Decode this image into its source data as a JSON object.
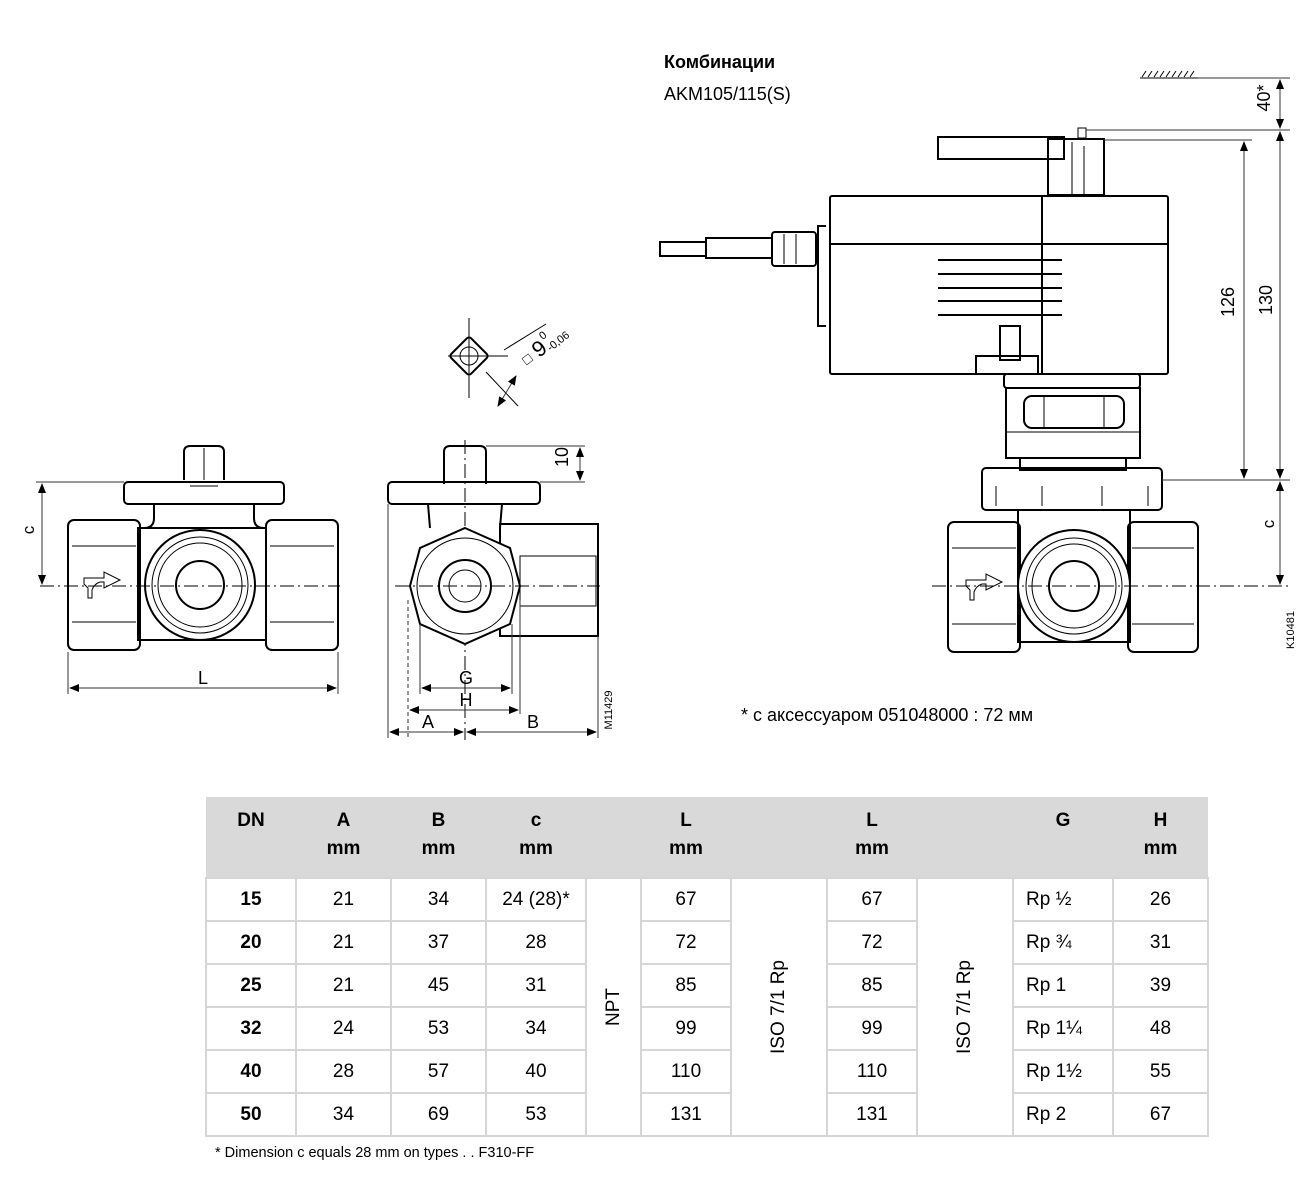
{
  "header": {
    "title": "Комбинации",
    "subtitle": "AKM105/115(S)"
  },
  "drawings": {
    "front_view": {
      "label_c": "c",
      "label_L": "L"
    },
    "side_view": {
      "label_G": "G",
      "label_H": "H",
      "label_A": "A",
      "label_B": "B",
      "label_10": "10",
      "drawing_code": "M11429"
    },
    "stem_detail": {
      "square_symbol": "□",
      "nominal": "9",
      "upper_tol": "0",
      "lower_tol": "-0,06"
    },
    "actuator_view": {
      "dim_40": "40*",
      "dim_126": "126",
      "dim_130": "130",
      "label_c": "c",
      "drawing_code": "K10481"
    }
  },
  "accessory_note": "* с аксессуаром  051048000 : 72 мм",
  "table": {
    "headers": [
      {
        "top": "DN",
        "bottom": ""
      },
      {
        "top": "A",
        "bottom": "mm"
      },
      {
        "top": "B",
        "bottom": "mm"
      },
      {
        "top": "c",
        "bottom": "mm"
      },
      {
        "top": "",
        "bottom": ""
      },
      {
        "top": "L",
        "bottom": "mm"
      },
      {
        "top": "",
        "bottom": ""
      },
      {
        "top": "L",
        "bottom": "mm"
      },
      {
        "top": "",
        "bottom": ""
      },
      {
        "top": "G",
        "bottom": ""
      },
      {
        "top": "H",
        "bottom": "mm"
      }
    ],
    "group_labels": [
      "NPT",
      "ISO 7/1 Rp",
      "ISO 7/1 Rp"
    ],
    "rows": [
      {
        "dn": "15",
        "a": "21",
        "b": "34",
        "c": "24 (28)*",
        "l_npt": "67",
        "l_iso": "67",
        "g": "Rp ½",
        "h": "26"
      },
      {
        "dn": "20",
        "a": "21",
        "b": "37",
        "c": "28",
        "l_npt": "72",
        "l_iso": "72",
        "g": "Rp ¾",
        "h": "31"
      },
      {
        "dn": "25",
        "a": "21",
        "b": "45",
        "c": "31",
        "l_npt": "85",
        "l_iso": "85",
        "g": "Rp 1",
        "h": "39"
      },
      {
        "dn": "32",
        "a": "24",
        "b": "53",
        "c": "34",
        "l_npt": "99",
        "l_iso": "99",
        "g": "Rp 1¼",
        "h": "48"
      },
      {
        "dn": "40",
        "a": "28",
        "b": "57",
        "c": "40",
        "l_npt": "110",
        "l_iso": "110",
        "g": "Rp 1½",
        "h": "55"
      },
      {
        "dn": "50",
        "a": "34",
        "b": "69",
        "c": "53",
        "l_npt": "131",
        "l_iso": "131",
        "g": "Rp 2",
        "h": "67"
      }
    ]
  },
  "footnote": "* Dimension c equals 28 mm on types . . F310-FF"
}
